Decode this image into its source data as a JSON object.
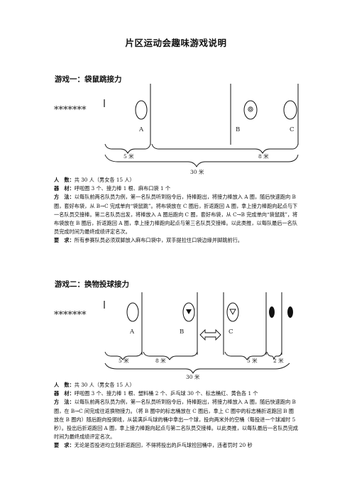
{
  "title": "片区运动会趣味游戏说明",
  "game1": {
    "heading": "游戏一：袋鼠跳接力",
    "diagram": {
      "stars": "*******",
      "hoop_labels": [
        "A",
        "B",
        "C"
      ],
      "distance_labels": [
        "5 米",
        "8 米"
      ],
      "total_label": "30 米"
    },
    "people_label": "人　数：",
    "people_text": "共 30 人（男女各 15 人）",
    "equipment_label": "器　材：",
    "equipment_text": "呼啦圈 3 个、接力棒 1 根、麻布口袋 1 个",
    "method_label": "方　法：",
    "method_text": "以每队前两名队员为例，第一名队员听到指令后，持棒跑出，将接力棒放入 A 圈，随后快速跑向 B 圈，套好布袋，从 B→C 完成单向“袋鼠跳”。将布袋放在 C 圈后，折返跑回 A 圈，拿上接力棒跑向起点与下一名队员交接棒。第二名队员出发，将棒放入 A 圈后跑向 C 圈，套好布袋，从 C→B 完成单向“袋鼠跳”，将布袋放在 B 圈后，折返跑回 A 圈，拿上接力棒跑向起点与第三名队员交接棒。以此类推，以每队最后一名队员完成时间为最终成绩评定名次。",
    "req_label": "要　求：",
    "req_text": "所有参赛队员必须双脚放入麻布口袋中，双手提拉住口袋边缘并脚跳前行。"
  },
  "game2": {
    "heading": "游戏二：换物投球接力",
    "diagram": {
      "stars": "*******",
      "hoop_labels": [
        "A",
        "B",
        "C"
      ],
      "distance_labels": [
        "5 米",
        "8 米",
        "5 米",
        "2 米"
      ],
      "total_label": "30 米"
    },
    "people_label": "人　数：",
    "people_text": "共 30 人（男女各 15 人）",
    "equipment_label": "器　材：",
    "equipment_text": "呼啦圈 3 个、接力棒 1 根、塑料桶 2 个、乒乓球 30 个、标志桶红、黄色各 1 个",
    "method_label": "方　法：",
    "method_text": "以每队前两名队员为例，第一名队员听到指令后，持棒跑出，将接力棒放入 A 圈，随后快速跑向 B 圈，在 B→C 间完成往返换物接力。（将 B 圈中的标志桶放在 C 圈后，拿上 C 圈中的标志桶折返跑回 B 圈放在 B 圈内）随后跑向投掷线，从装满乒乓球的桶中拿出一个球，投向两米外的空桶（每投进一个球减时 5 秒）。投出后折返跑回 A 圈，拿上接力棒跑向起点与第二名队员交接棒。以此类推，以每队最后一名队员完成时间为最终成绩评定名次。",
    "req_label": "要　求：",
    "req_text": "无论是否投进均立刻折返跑回，不得将投出的乒乓球捡回桶中，违者罚时 20 秒"
  }
}
